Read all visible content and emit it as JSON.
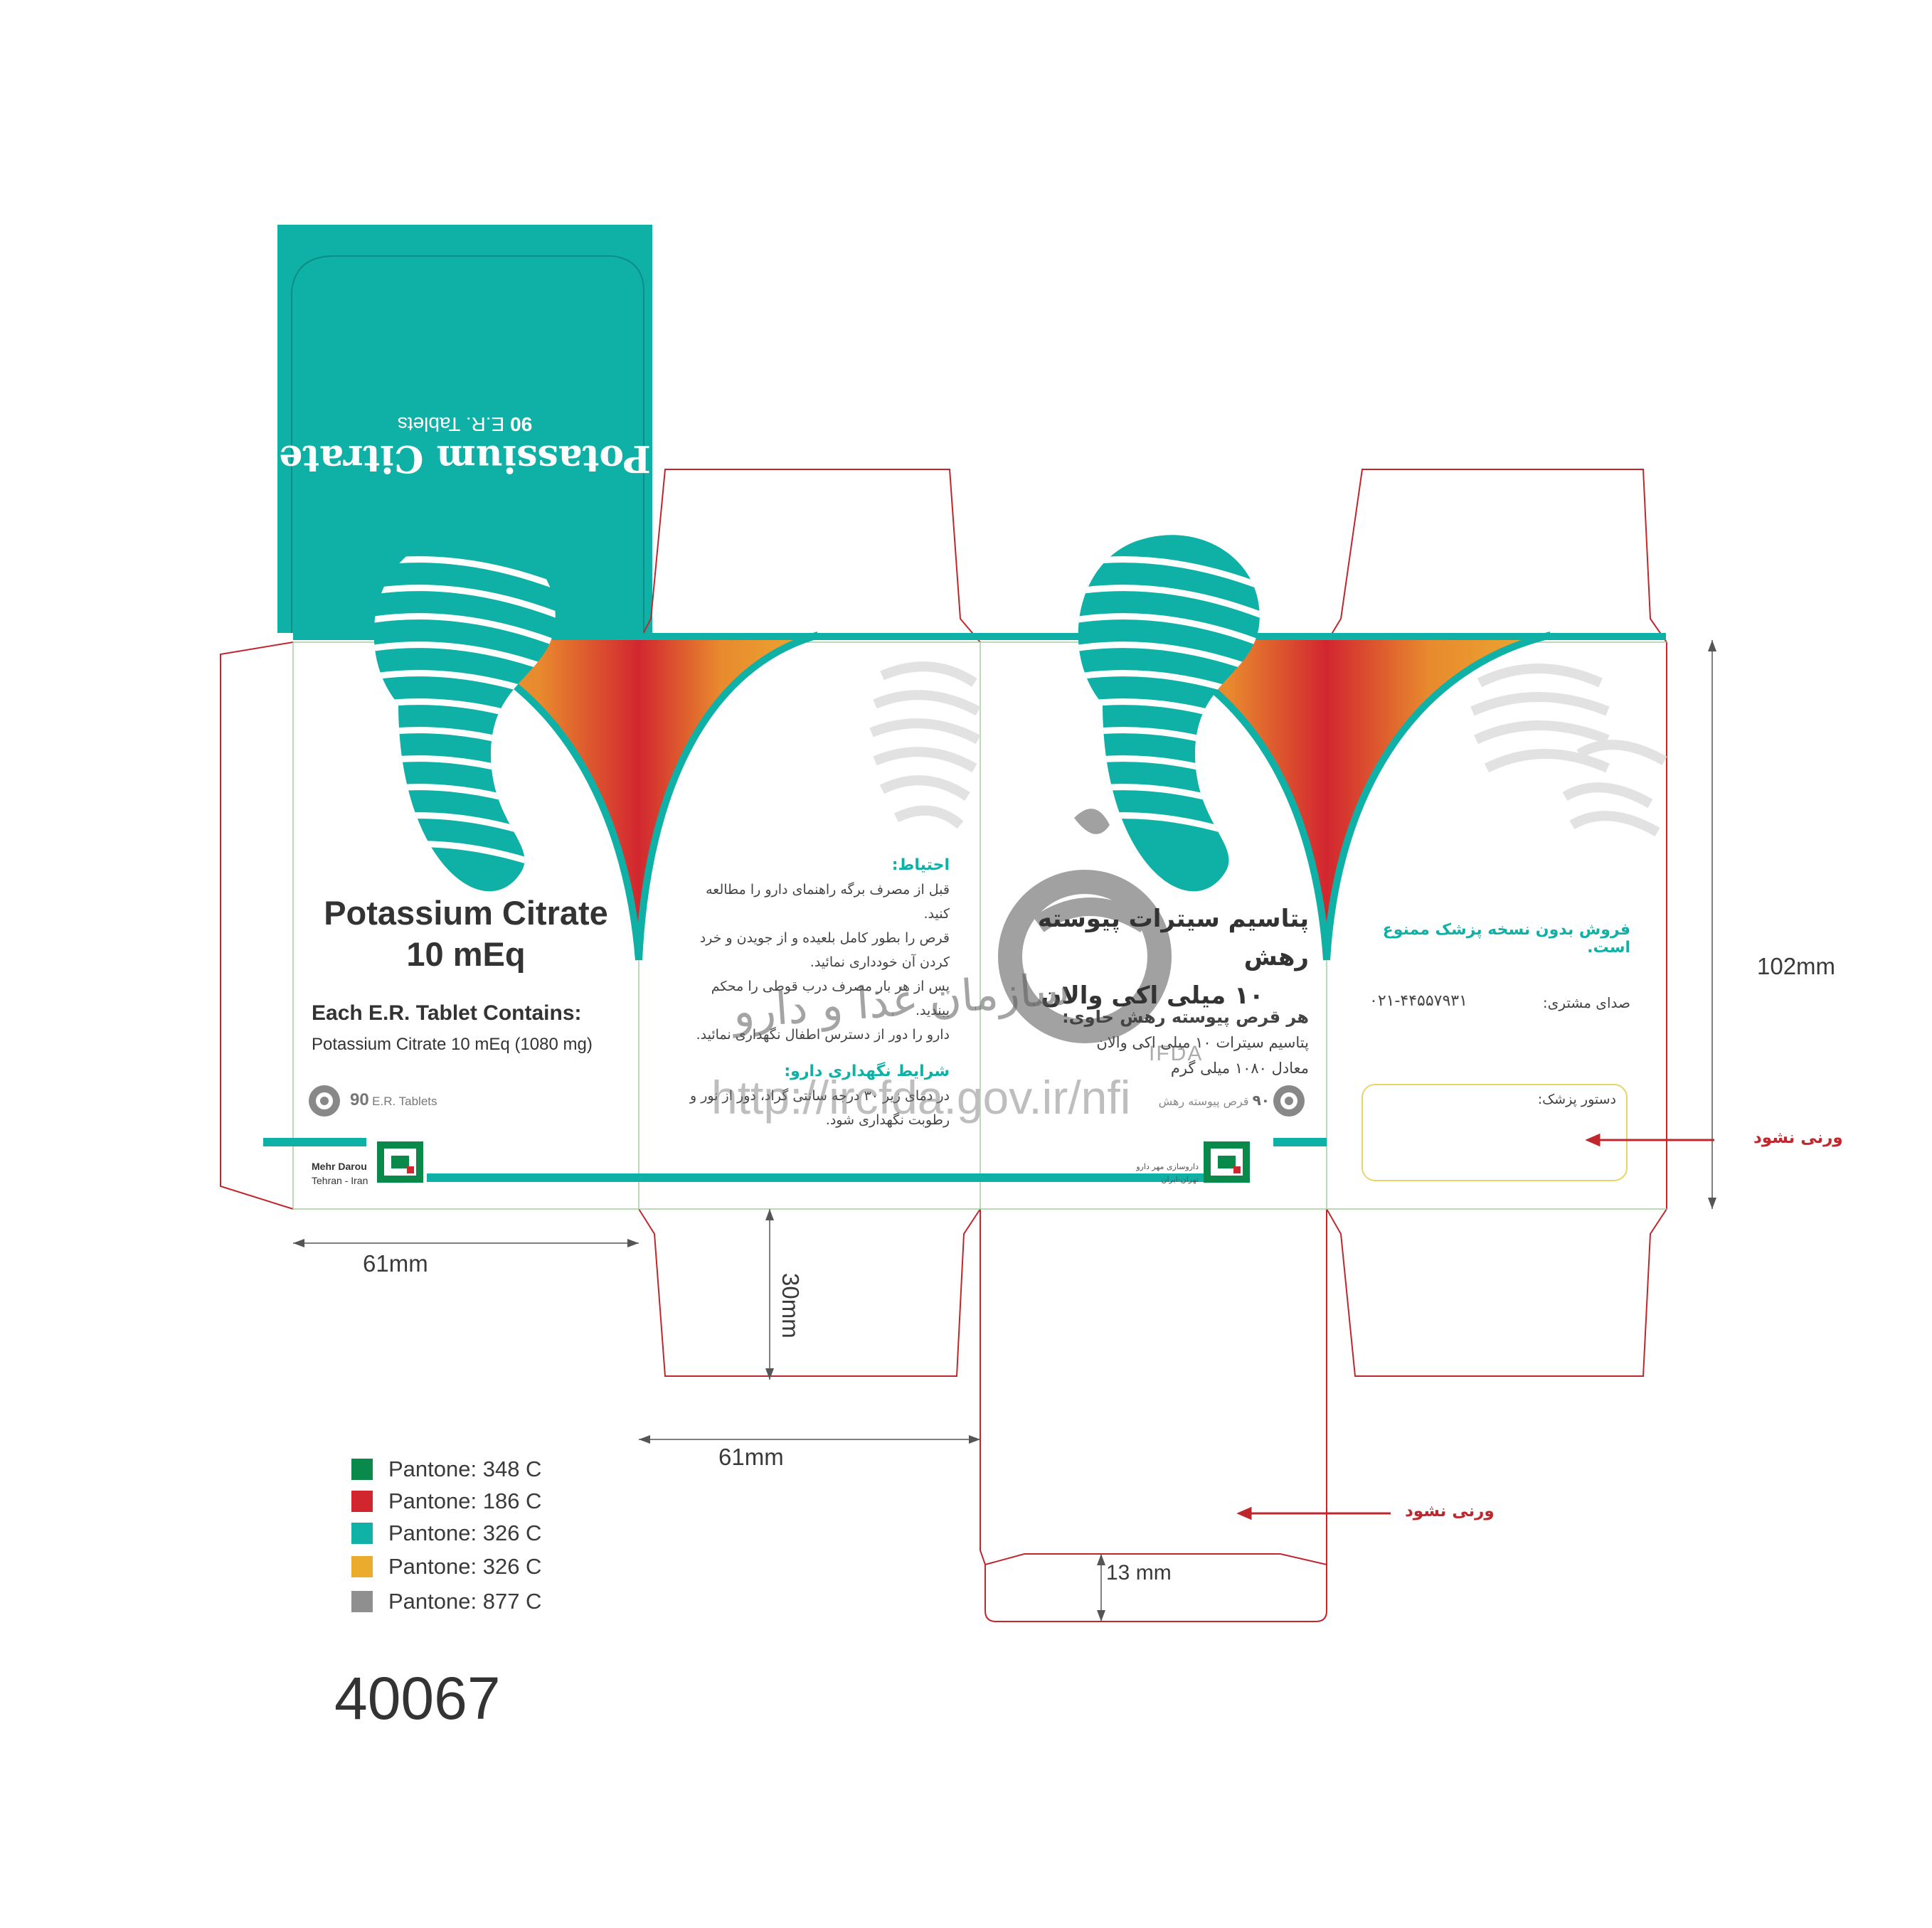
{
  "top_flap": {
    "title": "Potassium Citrate",
    "count": "90",
    "tablets": "E.R. Tablets"
  },
  "front_panel": {
    "title_line1": "Potassium Citrate",
    "title_line2": "10 mEq",
    "each_tablet": "Each E.R. Tablet Contains:",
    "ingredient": "Potassium Citrate 10 mEq (1080 mg)",
    "count": "90",
    "tablets": "E.R. Tablets",
    "company": "Mehr Darou",
    "city": "Tehran - Iran"
  },
  "side_panel_left": {
    "caution_title": "احتیاط:",
    "caution_items": [
      "قبل از مصرف برگه راهنمای دارو را مطالعه کنید.",
      "قرص را بطور کامل بلعیده و از جویدن و خرد کردن آن خودداری نمائید.",
      "پس از هر بار مصرف درب قوطی را محکم ببندید.",
      "دارو را دور از دسترس اطفال نگهداری نمائید."
    ],
    "storage_title": "شرایط نگهداری دارو:",
    "storage_items": [
      "در دمای زیر ۳۰ درجه سانتی گراد، دور از نور و رطوبت نگهداری شود."
    ]
  },
  "back_panel": {
    "title_line1": "پتاسیم سیترات پیوسته رهش",
    "title_line2": "۱۰ میلی اکی والان",
    "each_tablet": "هر قرص پیوسته رهش حاوی:",
    "ingredient_line1": "پتاسیم سیترات ۱۰ میلی اکی والان",
    "ingredient_line2": "معادل ۱۰۸۰ میلی گرم",
    "count": "۹۰",
    "tablets": "قرص پیوسته رهش",
    "company_line1": "داروسازی مهر دارو",
    "company_line2": "تهران-ایران"
  },
  "side_panel_right": {
    "prescription_warning": "فروش بدون نسخه پزشک ممنوع است.",
    "customer_label": "صدای مشتری:",
    "customer_phone": "۰۲۱-۴۴۵۵۷۹۳۱",
    "doctor_label": "دستور پزشک:"
  },
  "watermark": {
    "org_text": "سازمان غذا و دارو",
    "abbr": "IFDA",
    "url": "http://ircfda.gov.ir/nfi"
  },
  "dimensions": {
    "height_label": "102mm",
    "front_width": "61mm",
    "side_width": "61mm",
    "flap_depth": "30mm",
    "tuck_depth": "13 mm"
  },
  "notes": {
    "no_varnish_1": "ورنی نشود",
    "no_varnish_2": "ورنی نشود"
  },
  "legend": [
    {
      "label": "Pantone: 348 C",
      "color": "#0a8a4a"
    },
    {
      "label": "Pantone: 186 C",
      "color": "#d2262f"
    },
    {
      "label": "Pantone: 326 C",
      "color": "#10b2a8"
    },
    {
      "label": "Pantone: 326 C",
      "color": "#ebac2e"
    },
    {
      "label": "Pantone: 877 C",
      "color": "#8f8f8f"
    }
  ],
  "code": "40067",
  "colors": {
    "teal": "#0fb0a6",
    "orange": "#ebac2e",
    "red": "#d2262f",
    "die_line": "#c0272d",
    "fold_line": "#7cc27c"
  }
}
